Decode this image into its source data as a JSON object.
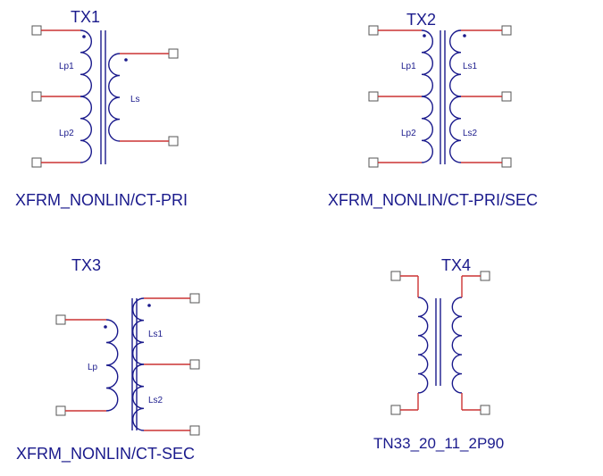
{
  "transformers": [
    {
      "title": "TX1",
      "caption": "XFRM_NONLIN/CT-PRI",
      "labels": {
        "p1": "Lp1",
        "p2": "Lp2",
        "s": "Ls"
      }
    },
    {
      "title": "TX2",
      "caption": "XFRM_NONLIN/CT-PRI/SEC",
      "labels": {
        "p1": "Lp1",
        "p2": "Lp2",
        "s1": "Ls1",
        "s2": "Ls2"
      }
    },
    {
      "title": "TX3",
      "caption": "XFRM_NONLIN/CT-SEC",
      "labels": {
        "p": "Lp",
        "s1": "Ls1",
        "s2": "Ls2"
      }
    },
    {
      "title": "TX4",
      "caption": "TN33_20_11_2P90"
    }
  ],
  "colors": {
    "wire": "#1a1a8c",
    "lead": "#cc3333",
    "pin": "#555555"
  }
}
